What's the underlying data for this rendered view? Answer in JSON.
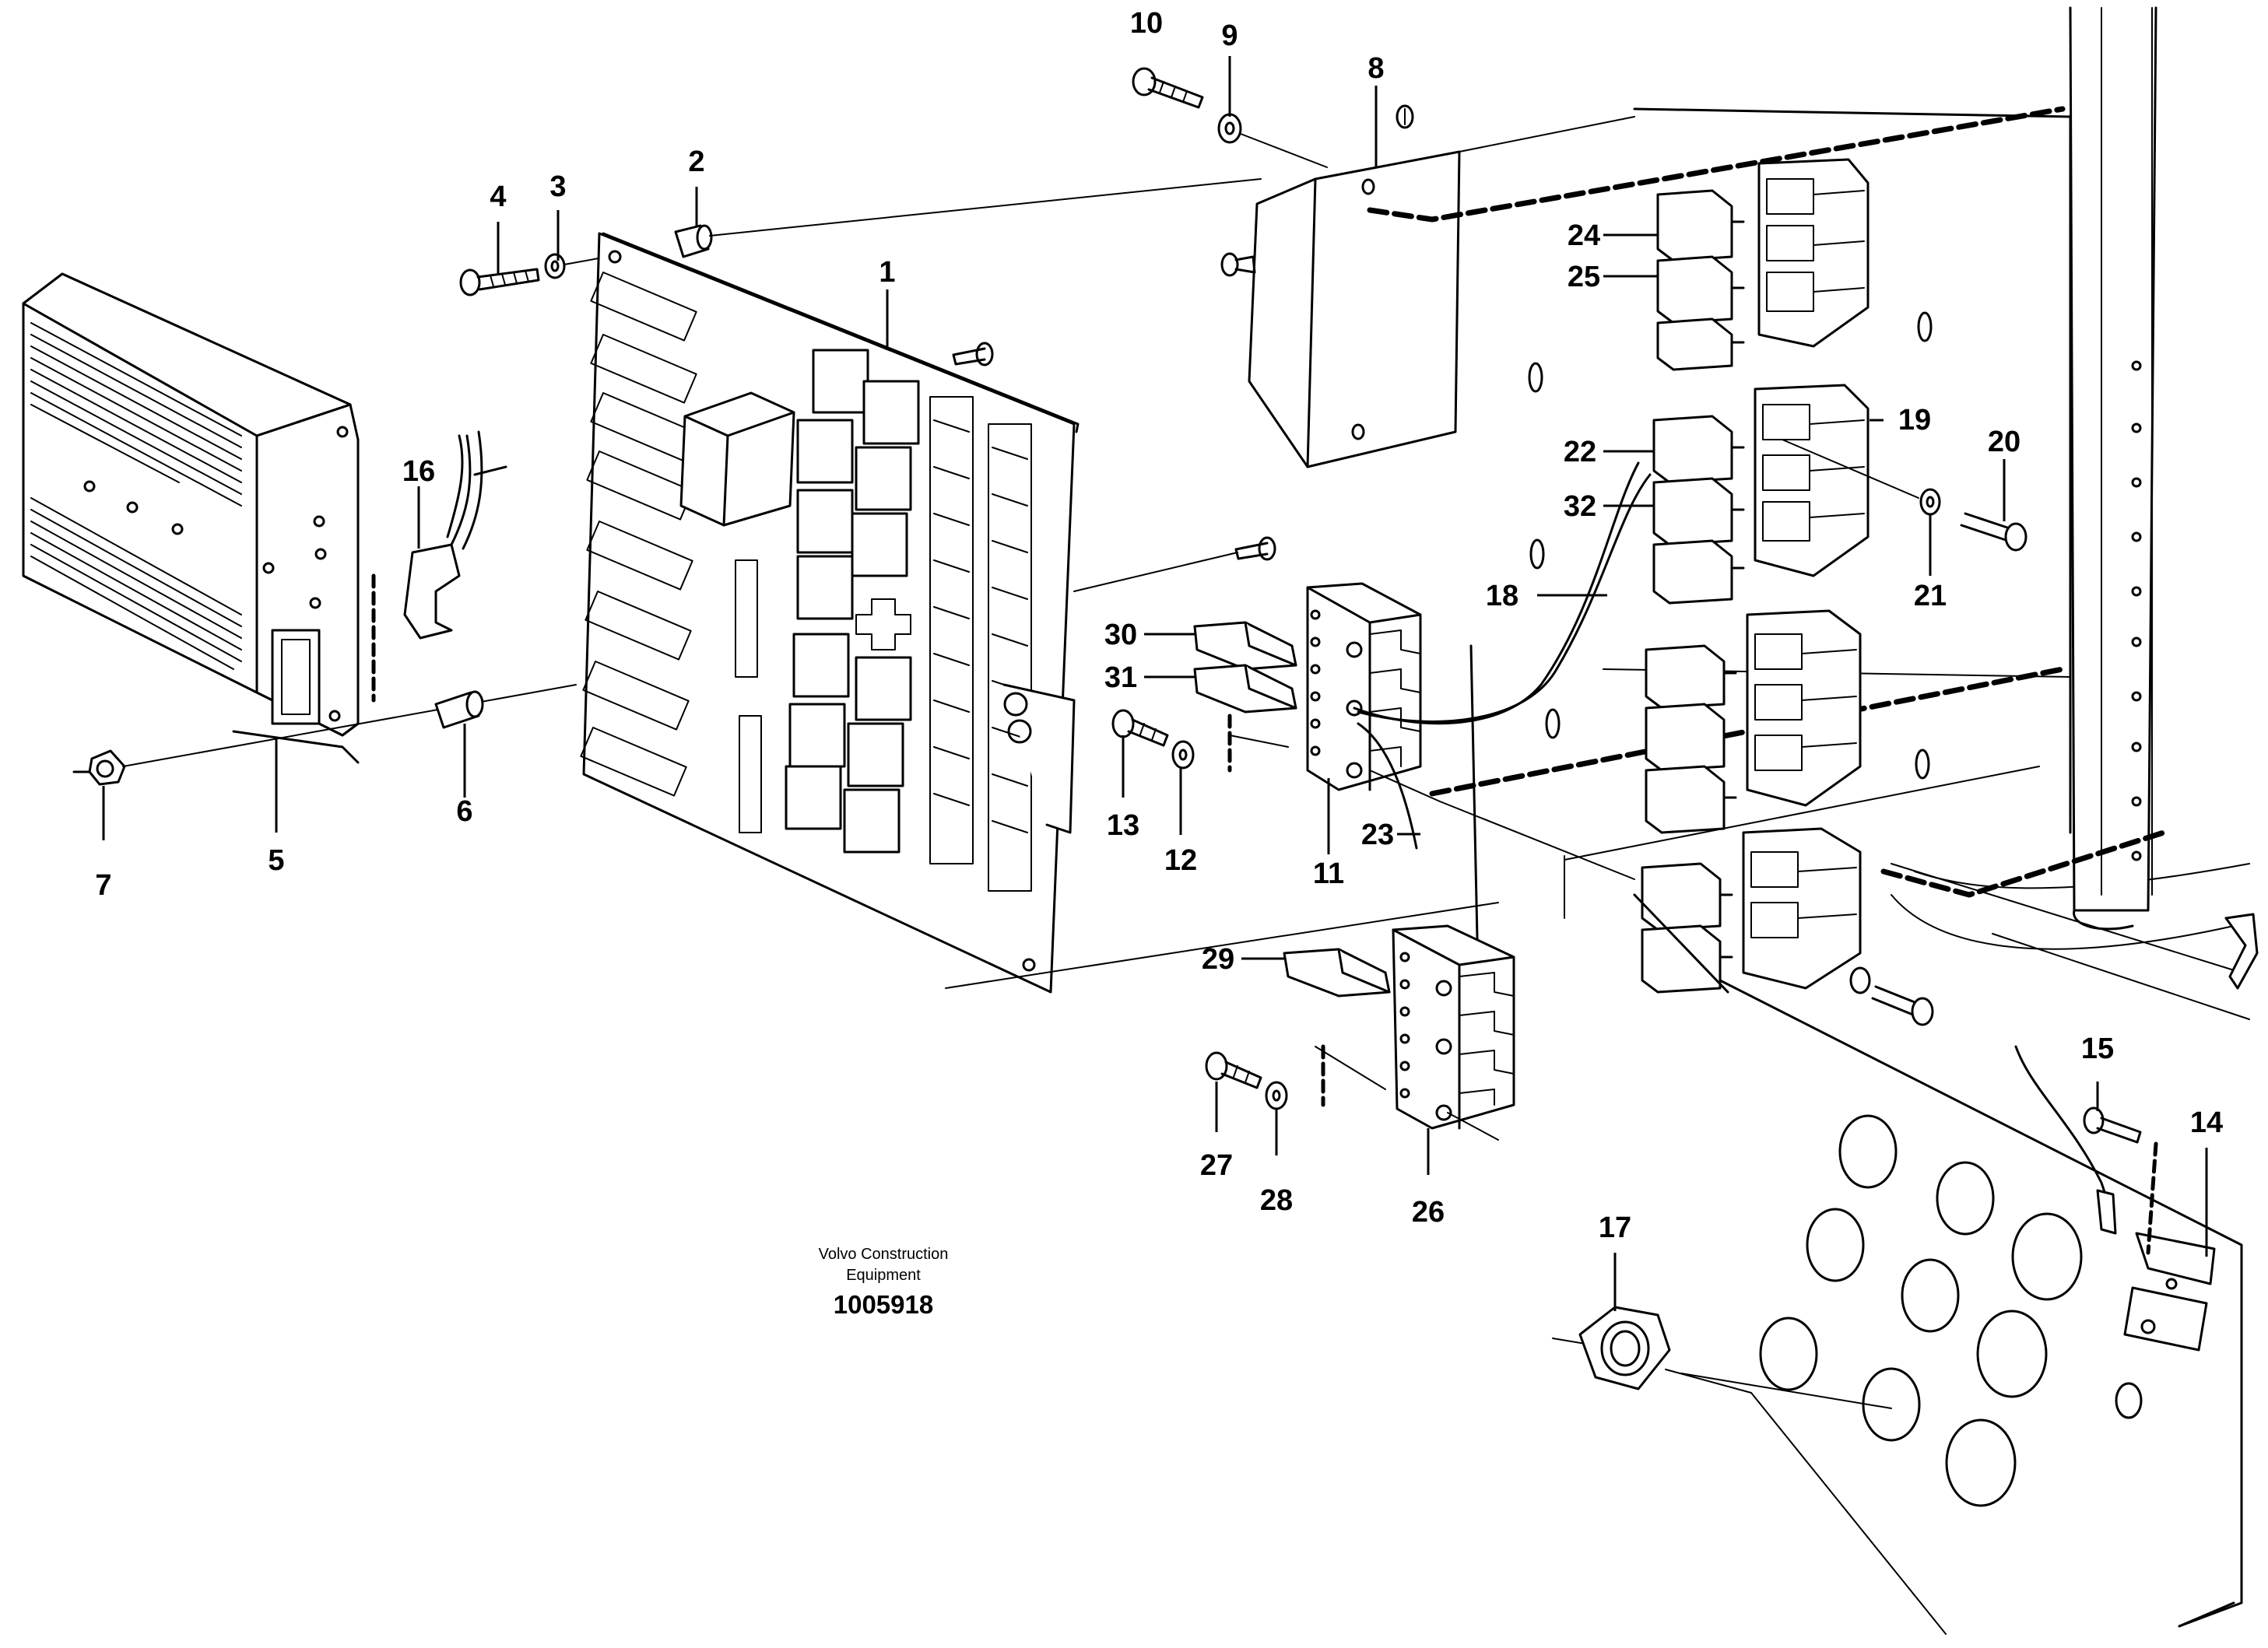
{
  "callouts": [
    {
      "id": "1",
      "text": "1"
    },
    {
      "id": "2",
      "text": "2"
    },
    {
      "id": "3",
      "text": "3"
    },
    {
      "id": "4",
      "text": "4"
    },
    {
      "id": "5",
      "text": "5"
    },
    {
      "id": "6",
      "text": "6"
    },
    {
      "id": "7",
      "text": "7"
    },
    {
      "id": "8",
      "text": "8"
    },
    {
      "id": "9",
      "text": "9"
    },
    {
      "id": "10",
      "text": "10"
    },
    {
      "id": "11",
      "text": "11"
    },
    {
      "id": "12",
      "text": "12"
    },
    {
      "id": "13",
      "text": "13"
    },
    {
      "id": "14",
      "text": "14"
    },
    {
      "id": "15",
      "text": "15"
    },
    {
      "id": "16",
      "text": "16"
    },
    {
      "id": "17",
      "text": "17"
    },
    {
      "id": "18",
      "text": "18"
    },
    {
      "id": "19",
      "text": "19"
    },
    {
      "id": "20",
      "text": "20"
    },
    {
      "id": "21",
      "text": "21"
    },
    {
      "id": "22",
      "text": "22"
    },
    {
      "id": "23",
      "text": "23"
    },
    {
      "id": "24",
      "text": "24"
    },
    {
      "id": "25",
      "text": "25"
    },
    {
      "id": "26",
      "text": "26"
    },
    {
      "id": "27",
      "text": "27"
    },
    {
      "id": "28",
      "text": "28"
    },
    {
      "id": "29",
      "text": "29"
    },
    {
      "id": "30",
      "text": "30"
    },
    {
      "id": "31",
      "text": "31"
    },
    {
      "id": "32",
      "text": "32"
    }
  ],
  "caption": {
    "line1": "Volvo Construction",
    "line2": "Equipment",
    "reference": "1005918"
  }
}
